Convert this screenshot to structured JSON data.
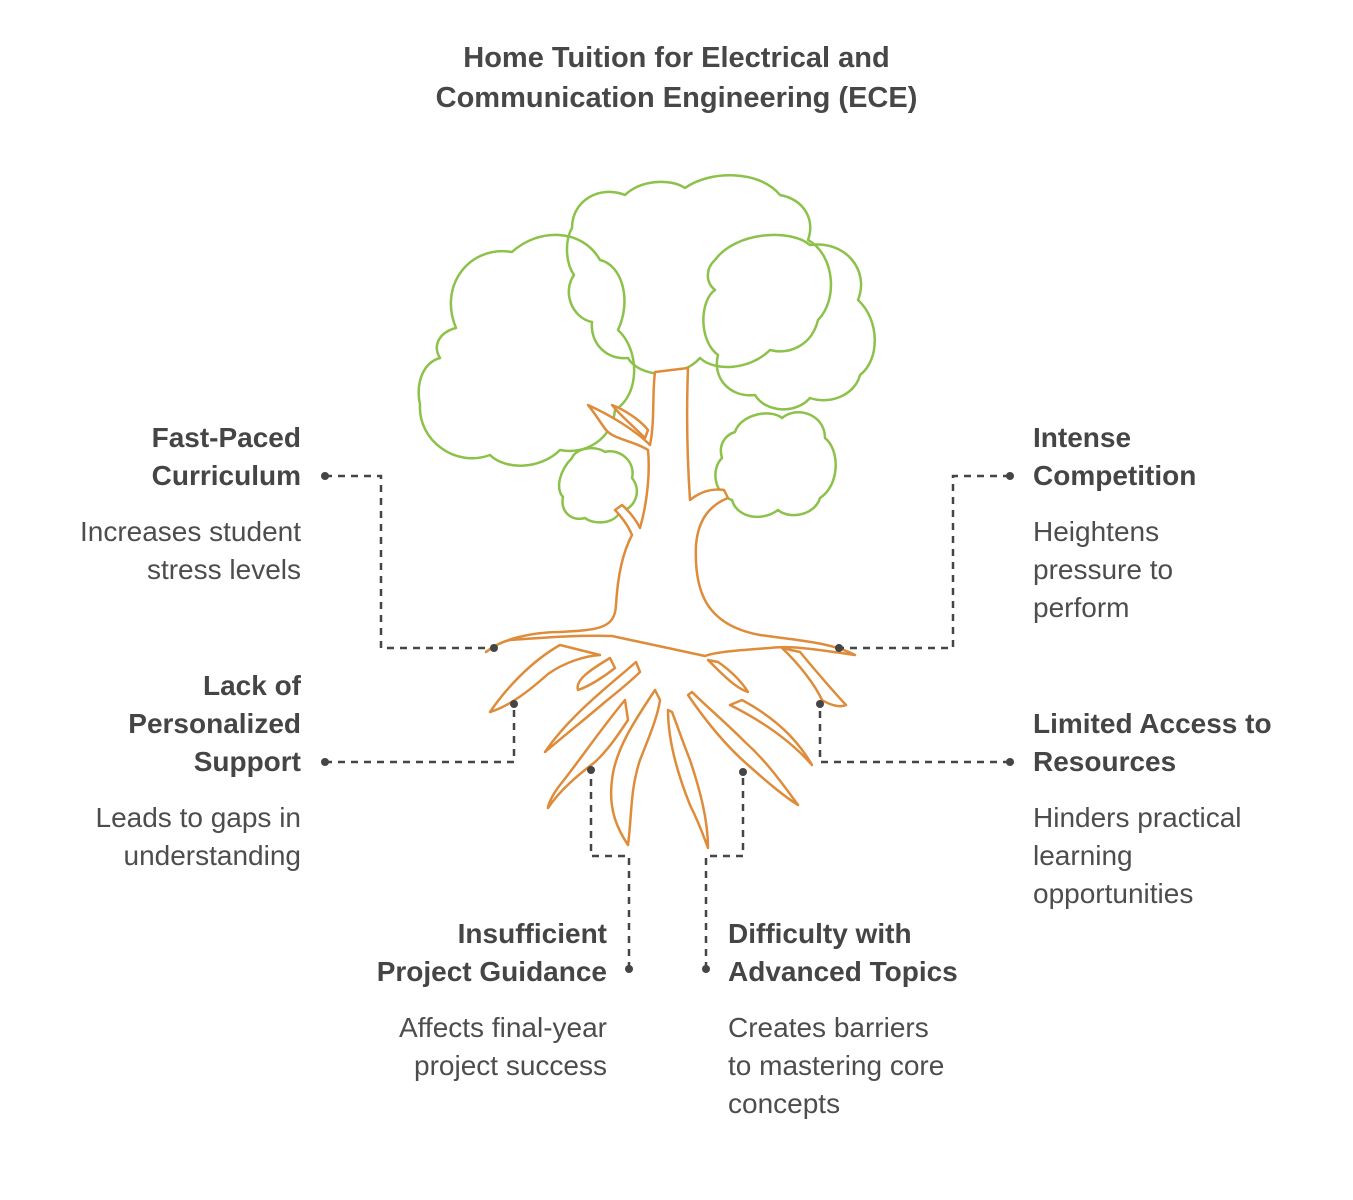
{
  "title": {
    "line1": "Home Tuition for Electrical and",
    "line2": "Communication Engineering (ECE)"
  },
  "colors": {
    "leaf_stroke": "#8cc14a",
    "trunk_stroke": "#de8c3a",
    "connector": "#454545",
    "text": "#454545"
  },
  "items": {
    "fast_paced": {
      "title_lines": [
        "Fast-Paced",
        "Curriculum"
      ],
      "desc_lines": [
        "Increases student",
        "stress levels"
      ]
    },
    "personalized": {
      "title_lines": [
        "Lack of",
        "Personalized",
        "Support"
      ],
      "desc_lines": [
        "Leads to gaps in",
        "understanding"
      ]
    },
    "project": {
      "title_lines": [
        "Insufficient",
        "Project Guidance"
      ],
      "desc_lines": [
        "Affects final-year",
        "project success"
      ]
    },
    "advanced": {
      "title_lines": [
        "Difficulty with",
        "Advanced Topics"
      ],
      "desc_lines": [
        "Creates barriers",
        "to mastering core",
        "concepts"
      ]
    },
    "resources": {
      "title_lines": [
        "Limited Access to",
        "Resources"
      ],
      "desc_lines": [
        "Hinders practical",
        "learning",
        "opportunities"
      ]
    },
    "competition": {
      "title_lines": [
        "Intense",
        "Competition"
      ],
      "desc_lines": [
        "Heightens",
        "pressure to",
        "perform"
      ]
    }
  }
}
